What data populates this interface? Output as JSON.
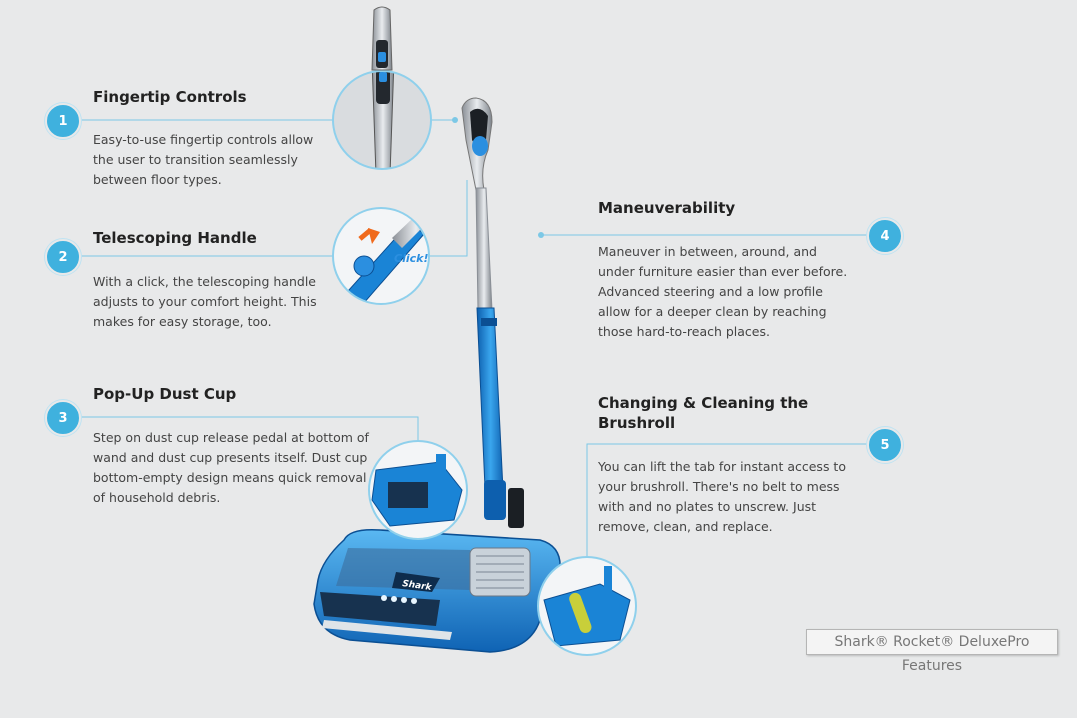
{
  "features": [
    {
      "number": "1",
      "title": "Fingertip Controls",
      "desc_lines": [
        "Easy-to-use fingertip controls allow",
        "the user to transition seamlessly",
        "between floor types."
      ]
    },
    {
      "number": "2",
      "title": "Telescoping Handle",
      "desc_lines": [
        "With a click, the telescoping handle",
        "adjusts to your comfort height. This",
        "makes for easy storage, too."
      ]
    },
    {
      "number": "3",
      "title": "Pop-Up Dust Cup",
      "desc_lines": [
        "Step on dust cup release pedal at bottom of",
        "wand and dust cup presents itself. Dust cup",
        "bottom-empty design means quick removal",
        "of household debris."
      ]
    },
    {
      "number": "4",
      "title": "Maneuverability",
      "desc_lines": [
        "Maneuver in between, around, and",
        "under furniture easier than ever before.",
        "Advanced steering and a low profile",
        "allow for a deeper clean by reaching",
        "those hard-to-reach places."
      ]
    },
    {
      "number": "5",
      "title_lines": [
        "Changing & Cleaning the",
        "Brushroll"
      ],
      "desc_lines": [
        "You can lift the tab for instant access to",
        "your brushroll. There's no belt to mess",
        "with and no plates to unscrew. Just",
        "remove, clean, and replace."
      ]
    }
  ],
  "click_label": "Click!",
  "brand_label": "Shark",
  "caption": "Shark® Rocket® DeluxePro Features",
  "colors": {
    "accent": "#3fb1de",
    "vacuum_blue": "#1a84d6",
    "background": "#e8e9ea"
  }
}
